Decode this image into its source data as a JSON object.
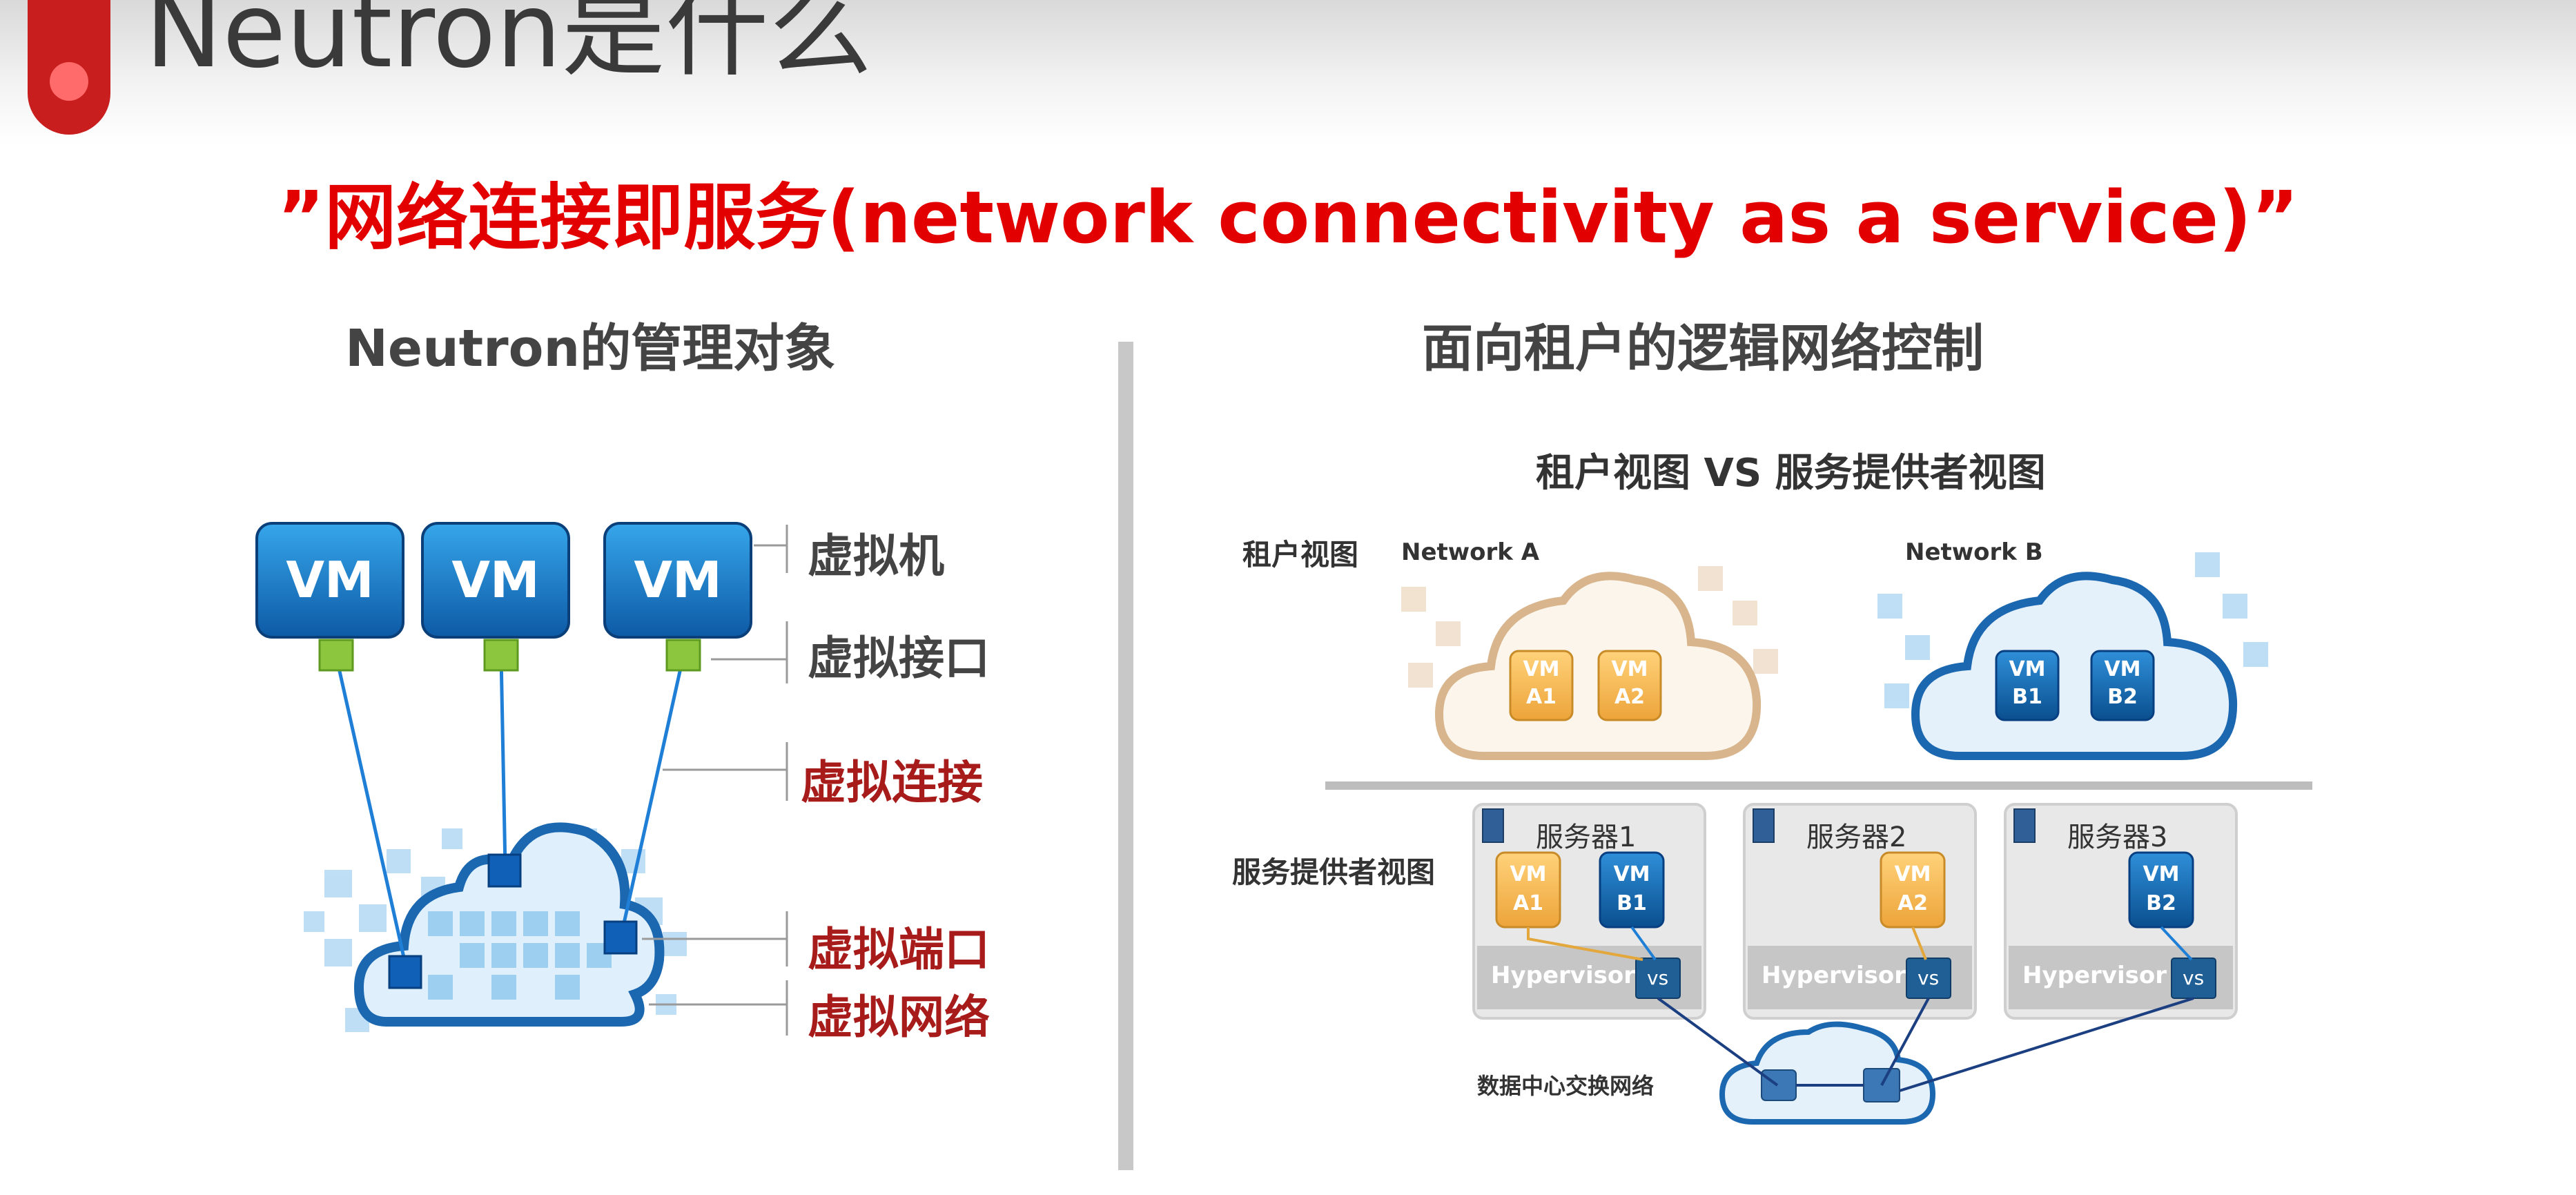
{
  "page": {
    "title": "Neutron是什么"
  },
  "tagline": "”网络连接即服务(network connectivity as a service)”",
  "left": {
    "heading": "Neutron的管理对象",
    "vm_label": "VM",
    "labels": {
      "vm": "虚拟机",
      "vif": "虚拟接口",
      "vlink": "虚拟连接",
      "vport": "虚拟端口",
      "vnet": "虚拟网络"
    }
  },
  "right": {
    "heading": "面向租户的逻辑网络控制",
    "subtitle": "租户视图 VS 服务提供者视图",
    "tenant_view": "租户视图",
    "network_a": "Network A",
    "network_b": "Network B",
    "provider_view": "服务提供者视图",
    "servers": [
      "服务器1",
      "服务器2",
      "服务器3"
    ],
    "hypervisor": "Hypervisor",
    "vs": "vs",
    "vm_tags": {
      "a1": "VM A1",
      "a2": "VM A2",
      "b1": "VM B1",
      "b2": "VM B2"
    },
    "dc_network": "数据中心交换网络"
  },
  "colors": {
    "accent_red": "#e30000",
    "label_red": "#a81b1b",
    "vm_blue": "#1565b0",
    "vm_orange": "#f2b24b",
    "port_green": "#8cc63f"
  }
}
